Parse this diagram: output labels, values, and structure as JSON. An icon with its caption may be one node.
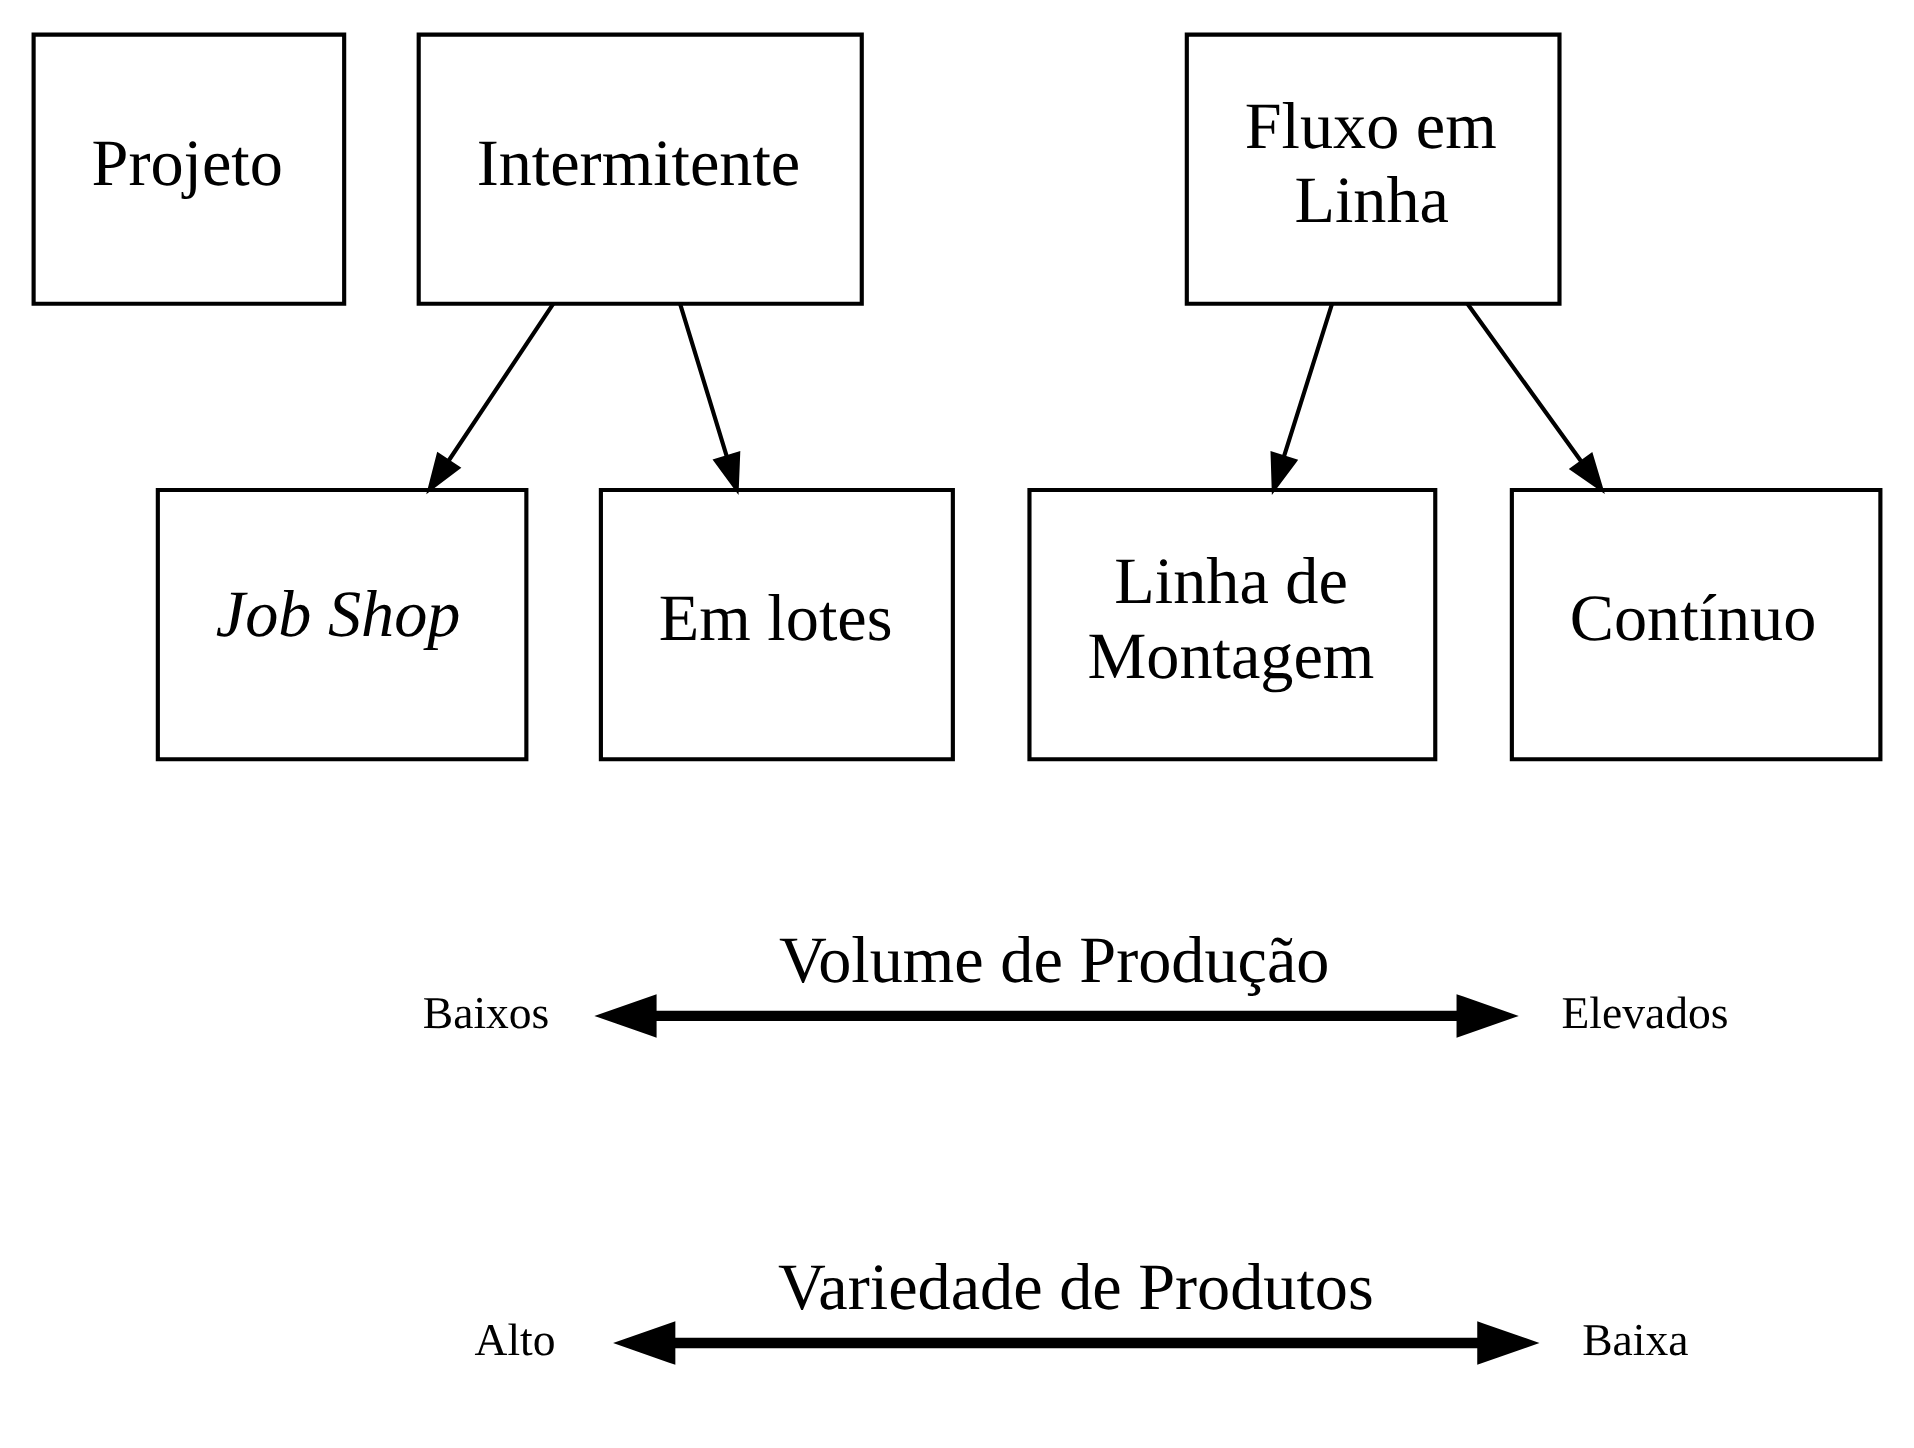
{
  "diagram": {
    "nodes": [
      {
        "text": [
          "Projeto"
        ]
      },
      {
        "text": [
          "Intermitente"
        ]
      },
      {
        "text": [
          "Job Shop"
        ]
      },
      {
        "text": [
          "Em lotes"
        ]
      },
      {
        "text": [
          "Fluxo em Linha"
        ]
      },
      {
        "text": [
          "Linha de Montagem"
        ]
      },
      {
        "text": [
          "Contínuo"
        ]
      },
      {
        "text": [
          "Baixos"
        ]
      },
      {
        "text": [
          "Elevados"
        ]
      },
      {
        "text": [
          "Alto"
        ]
      },
      {
        "text": [
          "Baixa"
        ]
      }
    ],
    "edges": [
      {
        "from": 1,
        "to": 2,
        "arrow": "to"
      },
      {
        "from": 1,
        "to": 3,
        "arrow": "to"
      },
      {
        "from": 4,
        "to": 5,
        "arrow": "to"
      },
      {
        "from": 4,
        "to": 6,
        "arrow": "to"
      },
      {
        "from": 7,
        "to": 8,
        "arrow": "both",
        "label": "Volume de Produção",
        "style": "thick"
      },
      {
        "from": 9,
        "to": 10,
        "arrow": "both",
        "label": "Variedade de Produtos",
        "style": "thick"
      }
    ]
  }
}
